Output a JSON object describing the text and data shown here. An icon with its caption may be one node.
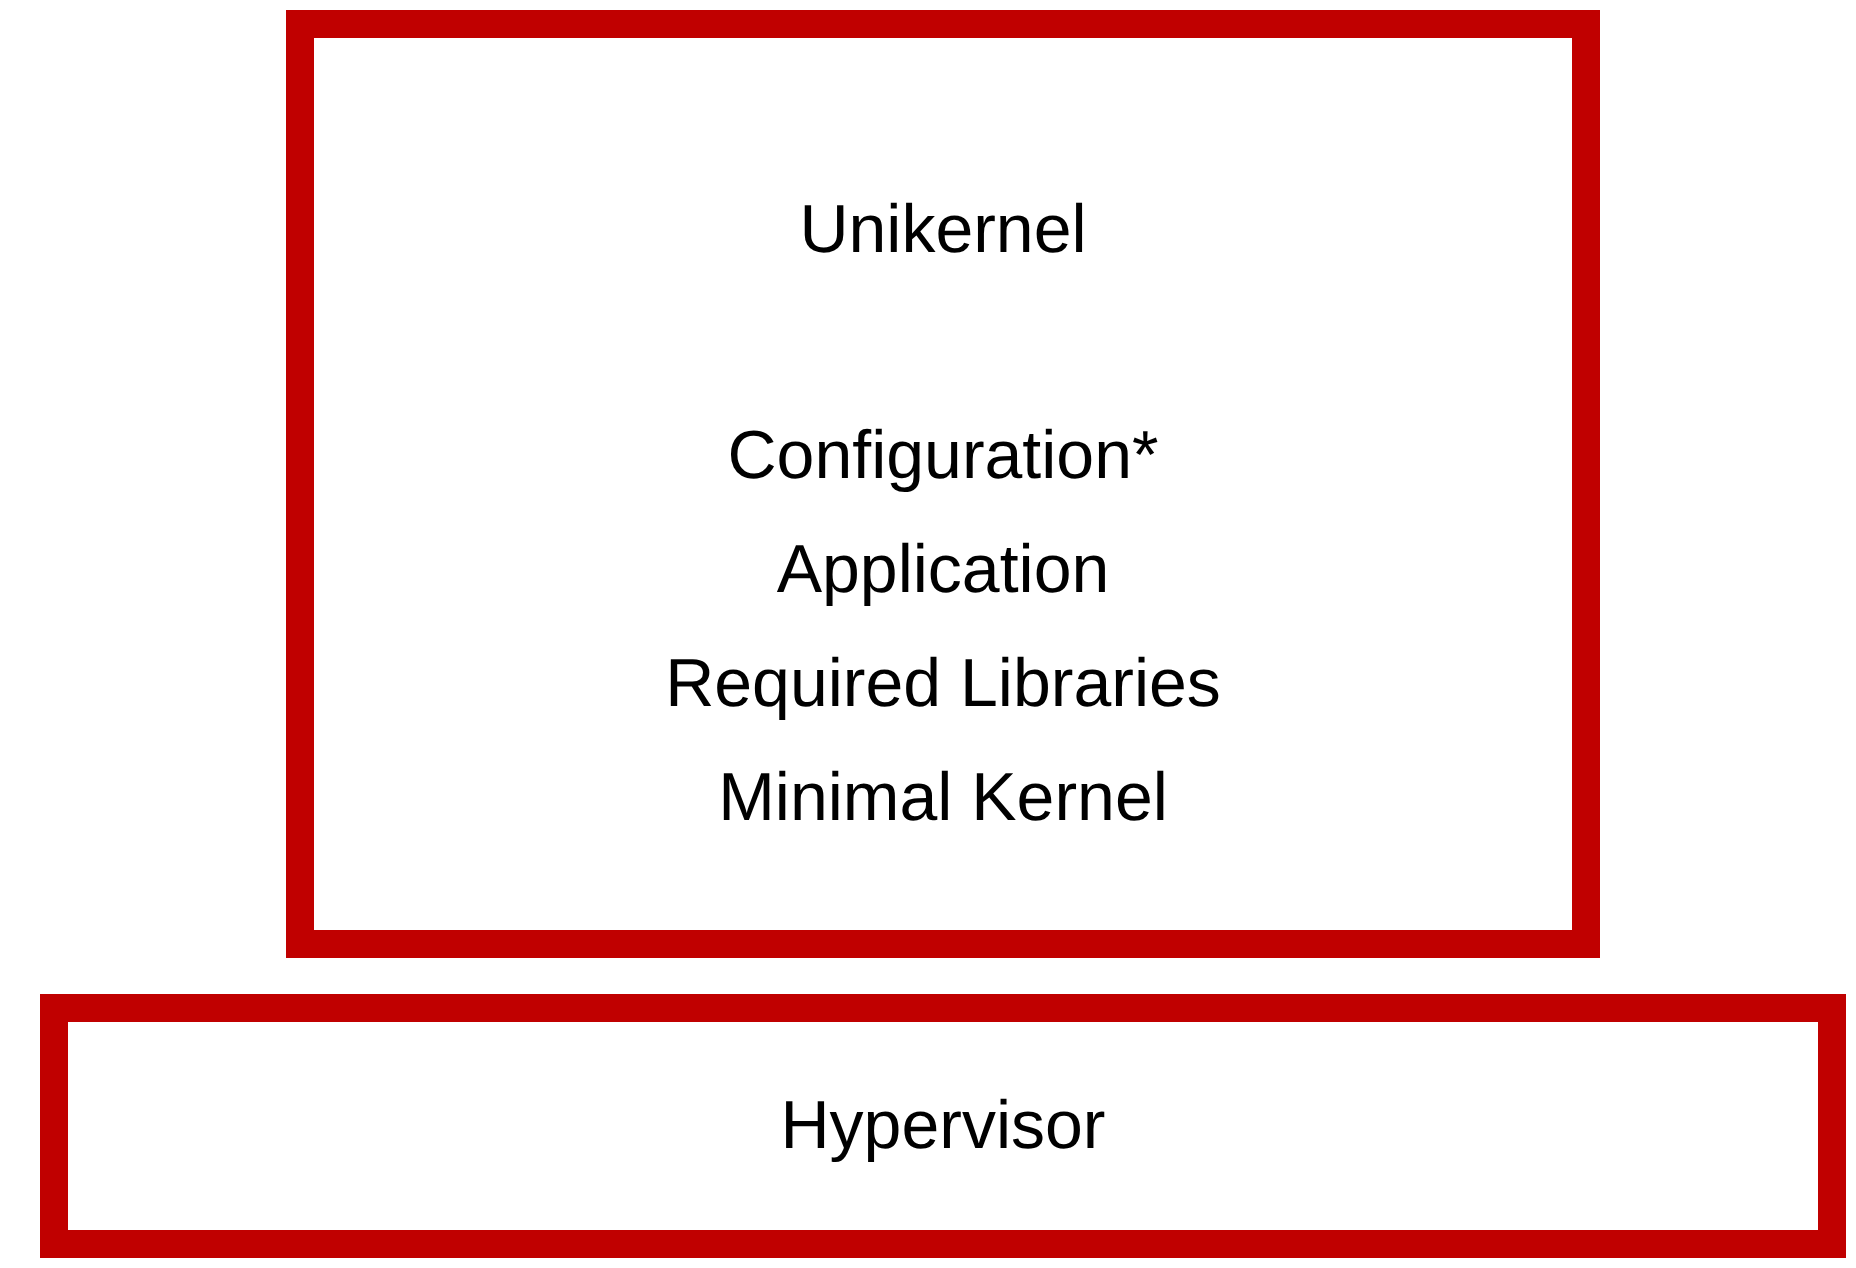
{
  "diagram": {
    "nodes": [
      {
        "text": [
          "Unikernel",
          "Configuration*",
          "Application",
          "Required Libraries",
          "Minimal Kernel"
        ]
      },
      {
        "text": [
          "Hypervisor"
        ]
      }
    ]
  }
}
